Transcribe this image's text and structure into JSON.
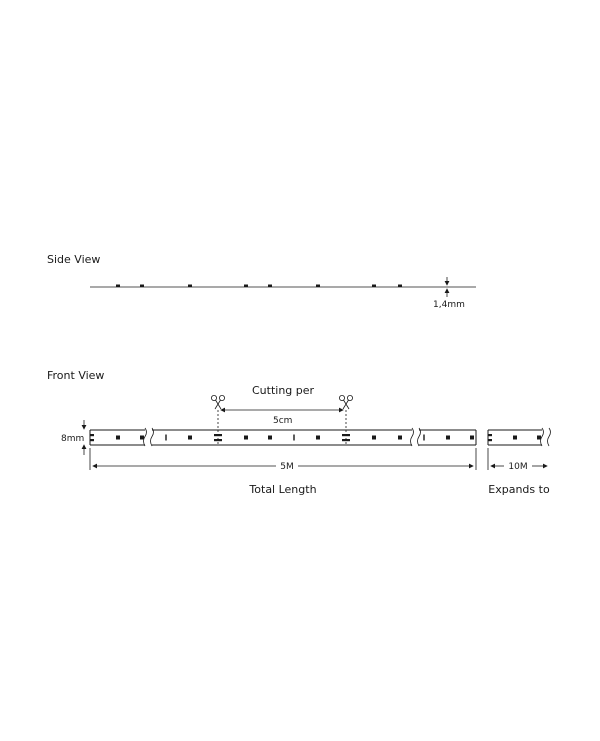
{
  "side_view": {
    "title": "Side View",
    "thickness_label": "1,4mm"
  },
  "front_view": {
    "title": "Front View",
    "cutting_label": "Cutting per",
    "cut_interval_label": "5cm",
    "width_label": "8mm",
    "length_label": "5M",
    "total_length_caption": "Total Length",
    "expand_length_label": "10M",
    "expand_caption": "Expands to"
  },
  "icons": {
    "cut_marker": "scissors-icon",
    "break_marker": "wavy-break-icon"
  }
}
